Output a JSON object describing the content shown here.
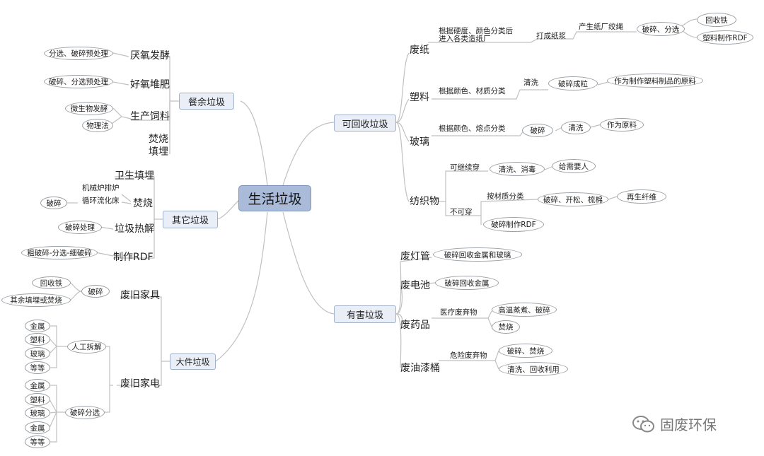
{
  "center": "生活垃圾",
  "recyclable": {
    "label": "可回收垃圾",
    "paper": {
      "label": "废纸",
      "step1": "根据硬度、颜色分类后",
      "step1b": "进入各类造纸厂",
      "step2": "打成纸浆",
      "step3": "产生纸厂绞绳",
      "step4": "破碎、分选",
      "out1": "回收铁",
      "out2": "塑料制作RDF"
    },
    "plastic": {
      "label": "塑料",
      "step1": "根据颜色、材质分类",
      "step2": "清洗",
      "step3": "破碎成粒",
      "out": "作为制作塑料制品的原料"
    },
    "glass": {
      "label": "玻璃",
      "step1": "根据颜色、熔点分类",
      "step2": "破碎",
      "step3": "清洗",
      "out": "作为原料"
    },
    "textile": {
      "label": "纺织物",
      "wearable": "可继续穿",
      "wash": "清洗、消毒",
      "give": "给需要人",
      "unwearable": "不可穿",
      "sort": "按材质分类",
      "process": "破碎、开松、梳棉",
      "fiber": "再生纤维",
      "rdf": "破碎制作RDF"
    }
  },
  "hazardous": {
    "label": "有害垃圾",
    "lamp": {
      "label": "废灯管",
      "out": "破碎回收金属和玻璃"
    },
    "battery": {
      "label": "废电池",
      "out": "破碎回收金属"
    },
    "medicine": {
      "label": "废药品",
      "type": "医疗废弃物",
      "out1": "高温蒸煮、破碎",
      "out2": "焚烧"
    },
    "paint": {
      "label": "废油漆桶",
      "type": "危险废弃物",
      "out1": "破碎、焚烧",
      "out2": "清洗、回收利用"
    }
  },
  "kitchen": {
    "label": "餐余垃圾",
    "anaerobic": {
      "label": "厌氧发酵",
      "pre": "分选、破碎预处理"
    },
    "aerobic": {
      "label": "好氧堆肥",
      "pre": "破碎、分选预处理"
    },
    "feed": {
      "label": "生产饲料",
      "m1": "微生物发酵",
      "m2": "物理法"
    },
    "burn": "焚烧",
    "landfill": "填埋"
  },
  "other": {
    "label": "其它垃圾",
    "sanitary": "卫生填埋",
    "incinerate": {
      "label": "焚烧",
      "grate": "机械炉排炉",
      "fluid": "循环流化床",
      "crush": "破碎"
    },
    "pyrolysis": {
      "label": "垃圾热解",
      "pre": "破碎处理"
    },
    "rdf": {
      "label": "制作RDF",
      "pre": "粗破碎-分选-细破碎"
    }
  },
  "bulky": {
    "label": "大件垃圾",
    "furniture": {
      "label": "废旧家具",
      "crush": "破碎",
      "iron": "回收铁",
      "rest": "其余填埋或焚烧"
    },
    "appliance": {
      "label": "废旧家电",
      "manual": "人工拆解",
      "crush": "破碎分选",
      "m_items": [
        "金属",
        "塑料",
        "玻璃",
        "等等"
      ],
      "c_items": [
        "金属",
        "塑料",
        "玻璃",
        "金属",
        "等等"
      ]
    }
  },
  "watermark": "固废环保",
  "colors": {
    "line": "#b9b9b9",
    "center_fill": "#a9bbd9",
    "box_fill": "#e9eef7"
  }
}
